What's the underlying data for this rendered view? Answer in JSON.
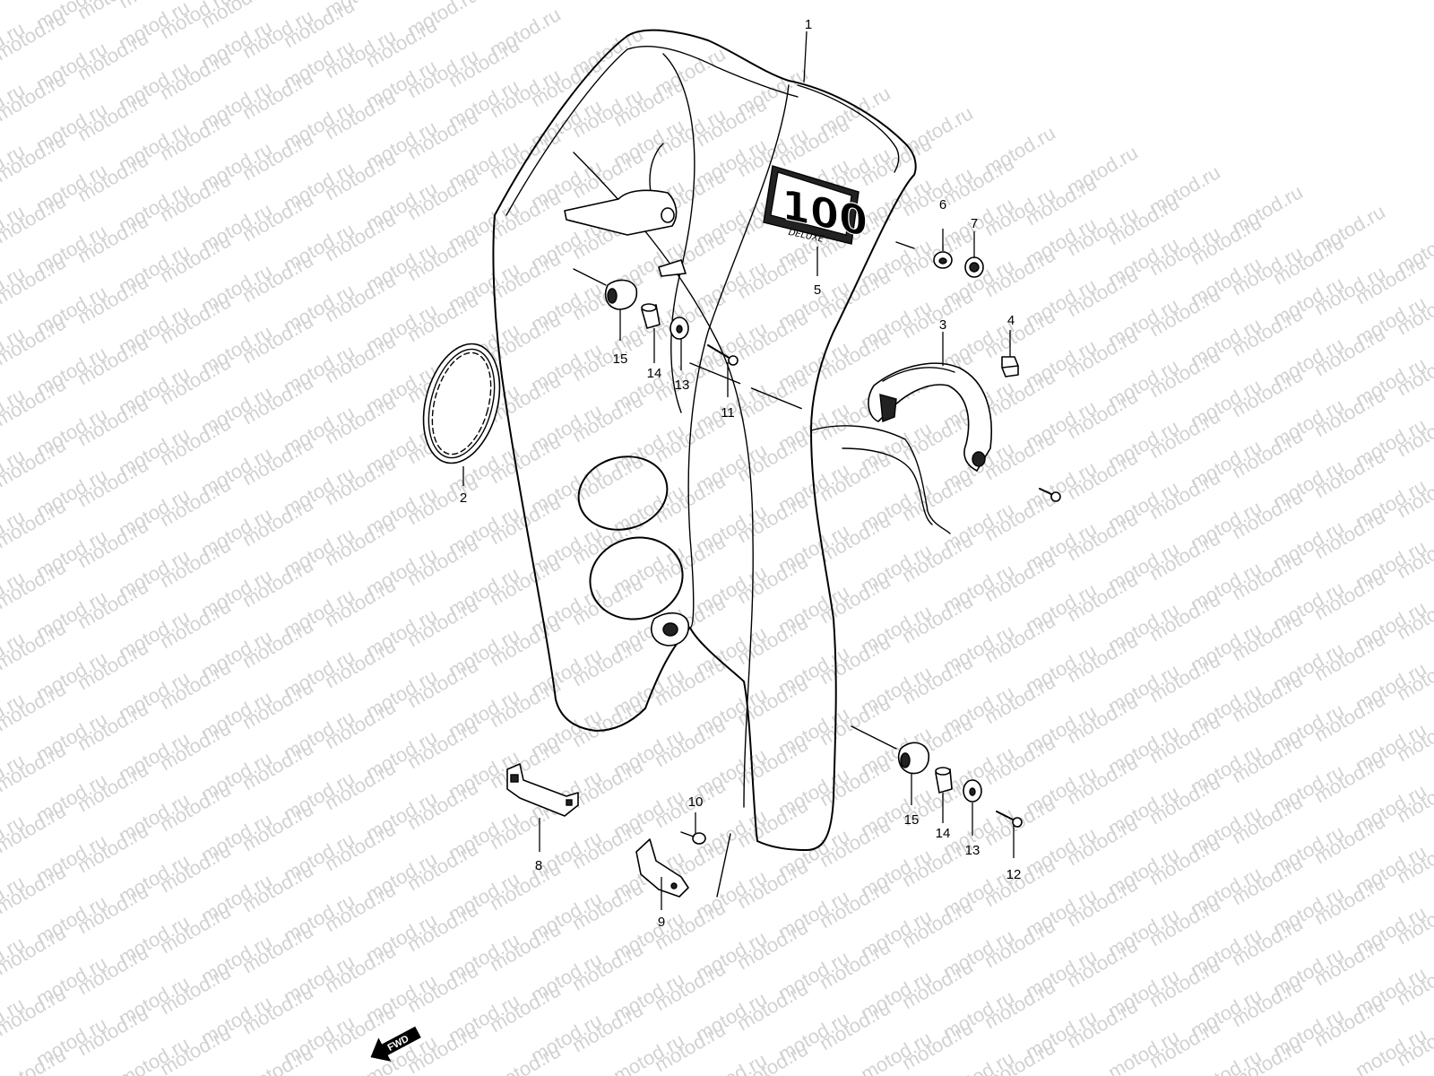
{
  "watermark": "motod.ru",
  "emblem": {
    "number": "100",
    "script": "DELUXE"
  },
  "fwd_label": "FWD",
  "callouts": [
    {
      "id": "c1",
      "text": "1"
    },
    {
      "id": "c2",
      "text": "2"
    },
    {
      "id": "c3",
      "text": "3"
    },
    {
      "id": "c4",
      "text": "4"
    },
    {
      "id": "c5",
      "text": "5"
    },
    {
      "id": "c6",
      "text": "6"
    },
    {
      "id": "c7",
      "text": "7"
    },
    {
      "id": "c8",
      "text": "8"
    },
    {
      "id": "c9",
      "text": "9"
    },
    {
      "id": "c10",
      "text": "10"
    },
    {
      "id": "c11",
      "text": "11"
    },
    {
      "id": "c12",
      "text": "12"
    },
    {
      "id": "c13a",
      "text": "13"
    },
    {
      "id": "c13b",
      "text": "13"
    },
    {
      "id": "c14a",
      "text": "14"
    },
    {
      "id": "c14b",
      "text": "14"
    },
    {
      "id": "c15a",
      "text": "15"
    },
    {
      "id": "c15b",
      "text": "15"
    }
  ]
}
